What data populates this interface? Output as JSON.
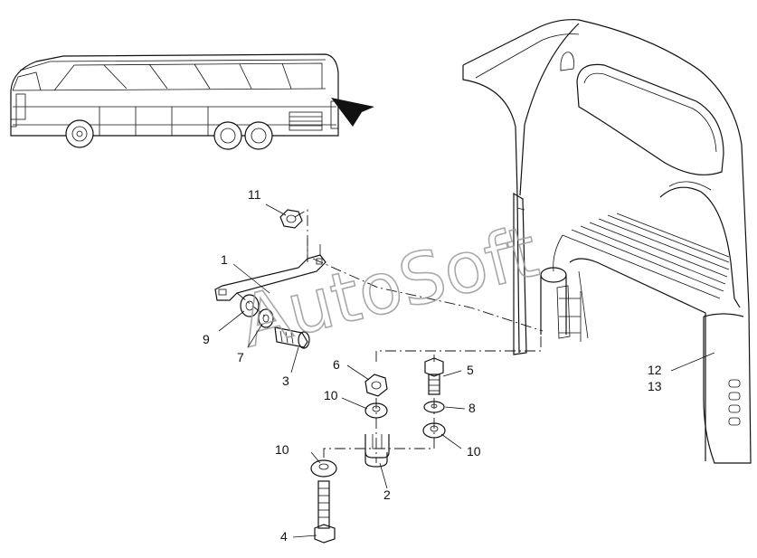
{
  "watermark": "AutoSoft",
  "callouts": {
    "c1": "1",
    "c2": "2",
    "c3": "3",
    "c4": "4",
    "c5": "5",
    "c6": "6",
    "c7": "7",
    "c8": "8",
    "c9": "9",
    "c10a": "10",
    "c10b": "10",
    "c10c": "10",
    "c11": "11",
    "c12": "12",
    "c13": "13"
  },
  "colors": {
    "line": "#111111",
    "watermark": "#9a9a9a",
    "background": "#ffffff"
  }
}
